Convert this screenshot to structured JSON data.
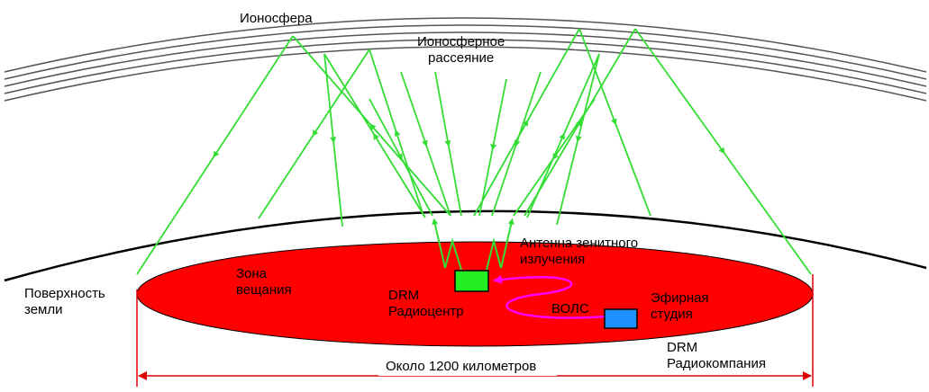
{
  "labels": {
    "ionosphere": "Ионосфера",
    "scatter_line1": "Ионосферное",
    "scatter_line2": "рассеяние",
    "antenna_line1": "Антенна зенитного",
    "antenna_line2": "излучения",
    "zone_line1": "Зона",
    "zone_line2": "вещания",
    "surface_line1": "Поверхность",
    "surface_line2": "земли",
    "drm_center_line1": "DRM",
    "drm_center_line2": "Радиоцентр",
    "fiber": "ВОЛС",
    "studio_line1": "Эфирная",
    "studio_line2": "студия",
    "company_line1": "DRM",
    "company_line2": "Радиокомпания",
    "distance": "Около 1200 километров"
  },
  "colors": {
    "zone_fill": "#ff0000",
    "rays": "#33dd33",
    "transmitter": "#22ee22",
    "studio": "#1e90ff",
    "fiber_link": "#ff00ff",
    "dimension": "#e00000",
    "ground": "#000000"
  },
  "icons": {
    "transmitter": "green-rectangle",
    "studio": "blue-rectangle",
    "ray_arrows": "filled-arrowhead"
  }
}
